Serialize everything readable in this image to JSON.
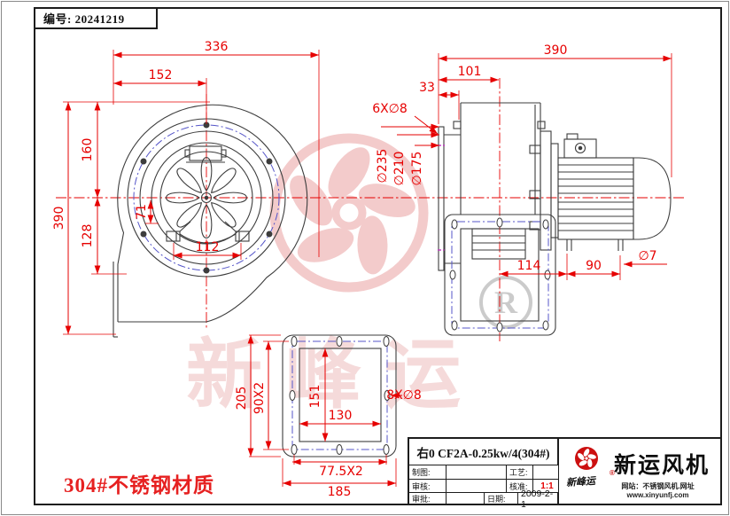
{
  "frame": {
    "serial_label": "编号: 20241219"
  },
  "notes": {
    "material": "304#不锈钢材质"
  },
  "watermark": {
    "brand_text": "新峰运",
    "registered": "R"
  },
  "front_view": {
    "dim_336": "336",
    "dim_152": "152",
    "dim_390": "390",
    "dim_160": "160",
    "dim_128": "128",
    "dim_112": "112",
    "dim_71": "71"
  },
  "side_view": {
    "dim_390": "390",
    "dim_101": "101",
    "dim_33": "33",
    "dim_holes": "6X∅8",
    "dim_d235": "∅235",
    "dim_d210": "∅210",
    "dim_d175": "∅175",
    "dim_114": "114",
    "dim_90": "90",
    "dim_d7": "∅7"
  },
  "flange_view": {
    "dim_205": "205",
    "dim_90x2": "90X2",
    "dim_151": "151",
    "dim_130": "130",
    "dim_holes": "8X∅8",
    "dim_775x2": "77.5X2",
    "dim_185": "185"
  },
  "title_block": {
    "drawing_title": "右0 CF2A-0.25kw/4(304#)",
    "fields": {
      "drafter_label": "制图:",
      "checker_label": "审核:",
      "approver_label": "审批:",
      "process_label": "工艺:",
      "ratify_label": "核准:",
      "date_label": "日期:",
      "scale_value": "1:1",
      "date_value": "2009-2-1"
    },
    "brand": {
      "script_name": "新峰运",
      "registered": "®",
      "company_name": "新运风机",
      "site_line1": "网站：不锈钢风机.网址",
      "site_line2": "www.xinyunfj.com"
    }
  }
}
